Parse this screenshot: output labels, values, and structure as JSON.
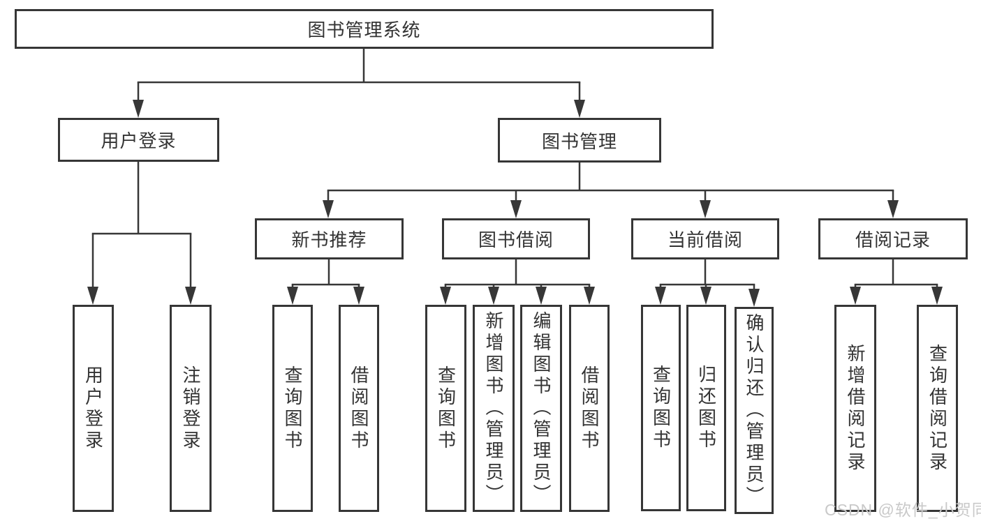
{
  "tree": {
    "label": "图书管理系统",
    "children": [
      {
        "label": "用户登录",
        "children": [
          {
            "label": "用户登录"
          },
          {
            "label": "注销登录"
          }
        ]
      },
      {
        "label": "图书管理",
        "children": [
          {
            "label": "新书推荐",
            "children": [
              {
                "label": "查询图书"
              },
              {
                "label": "借阅图书"
              }
            ]
          },
          {
            "label": "图书借阅",
            "children": [
              {
                "label": "查询图书"
              },
              {
                "label": "新增图书（管理员）"
              },
              {
                "label": "编辑图书（管理员）"
              },
              {
                "label": "借阅图书"
              }
            ]
          },
          {
            "label": "当前借阅",
            "children": [
              {
                "label": "查询图书"
              },
              {
                "label": "归还图书"
              },
              {
                "label": "确认归还（管理员）"
              }
            ]
          },
          {
            "label": "借阅记录",
            "children": [
              {
                "label": "新增借阅记录"
              },
              {
                "label": "查询借阅记录"
              }
            ]
          }
        ]
      }
    ]
  },
  "watermark": {
    "text": "CSDN @软件_小贺同学",
    "color": "#c9c9c9"
  },
  "colors": {
    "line": "#373737",
    "box_border": "#363636",
    "text": "#333333",
    "background": "#ffffff"
  }
}
